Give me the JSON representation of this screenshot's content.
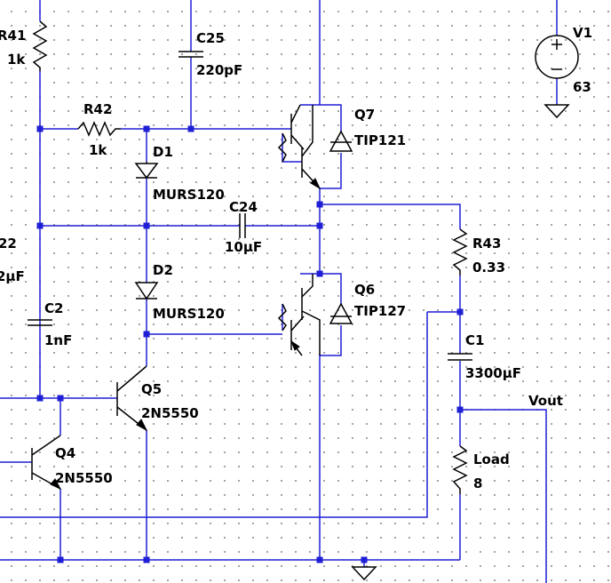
{
  "labels": {
    "r41_name": "R41",
    "r41_value": "1k",
    "c25_name": "C25",
    "c25_value": "220pF",
    "v1_name": "V1",
    "v1_value": "63",
    "r42_name": "R42",
    "r42_value": "1k",
    "q7_name": "Q7",
    "q7_part": "TIP121",
    "d1_name": "D1",
    "d1_part": "MURS120",
    "c24_name": "C24",
    "c24_value": "10µF",
    "r43_name": "R43",
    "r43_value": "0.33",
    "c22_name": "22",
    "c22_value": "2µF",
    "d2_name": "D2",
    "d2_part": "MURS120",
    "q6_name": "Q6",
    "q6_part": "TIP127",
    "c2_name": "C2",
    "c2_value": "1nF",
    "c1_name": "C1",
    "c1_value": "3300µF",
    "q5_name": "Q5",
    "q5_part": "2N5550",
    "vout_label": "Vout",
    "q4_name": "Q4",
    "q4_part": "2N5550",
    "load_name": "Load",
    "load_value": "8"
  },
  "colors": {
    "wire": "#1f1fd6",
    "component": "#000000",
    "grid_dot": "#8a8a8a"
  }
}
